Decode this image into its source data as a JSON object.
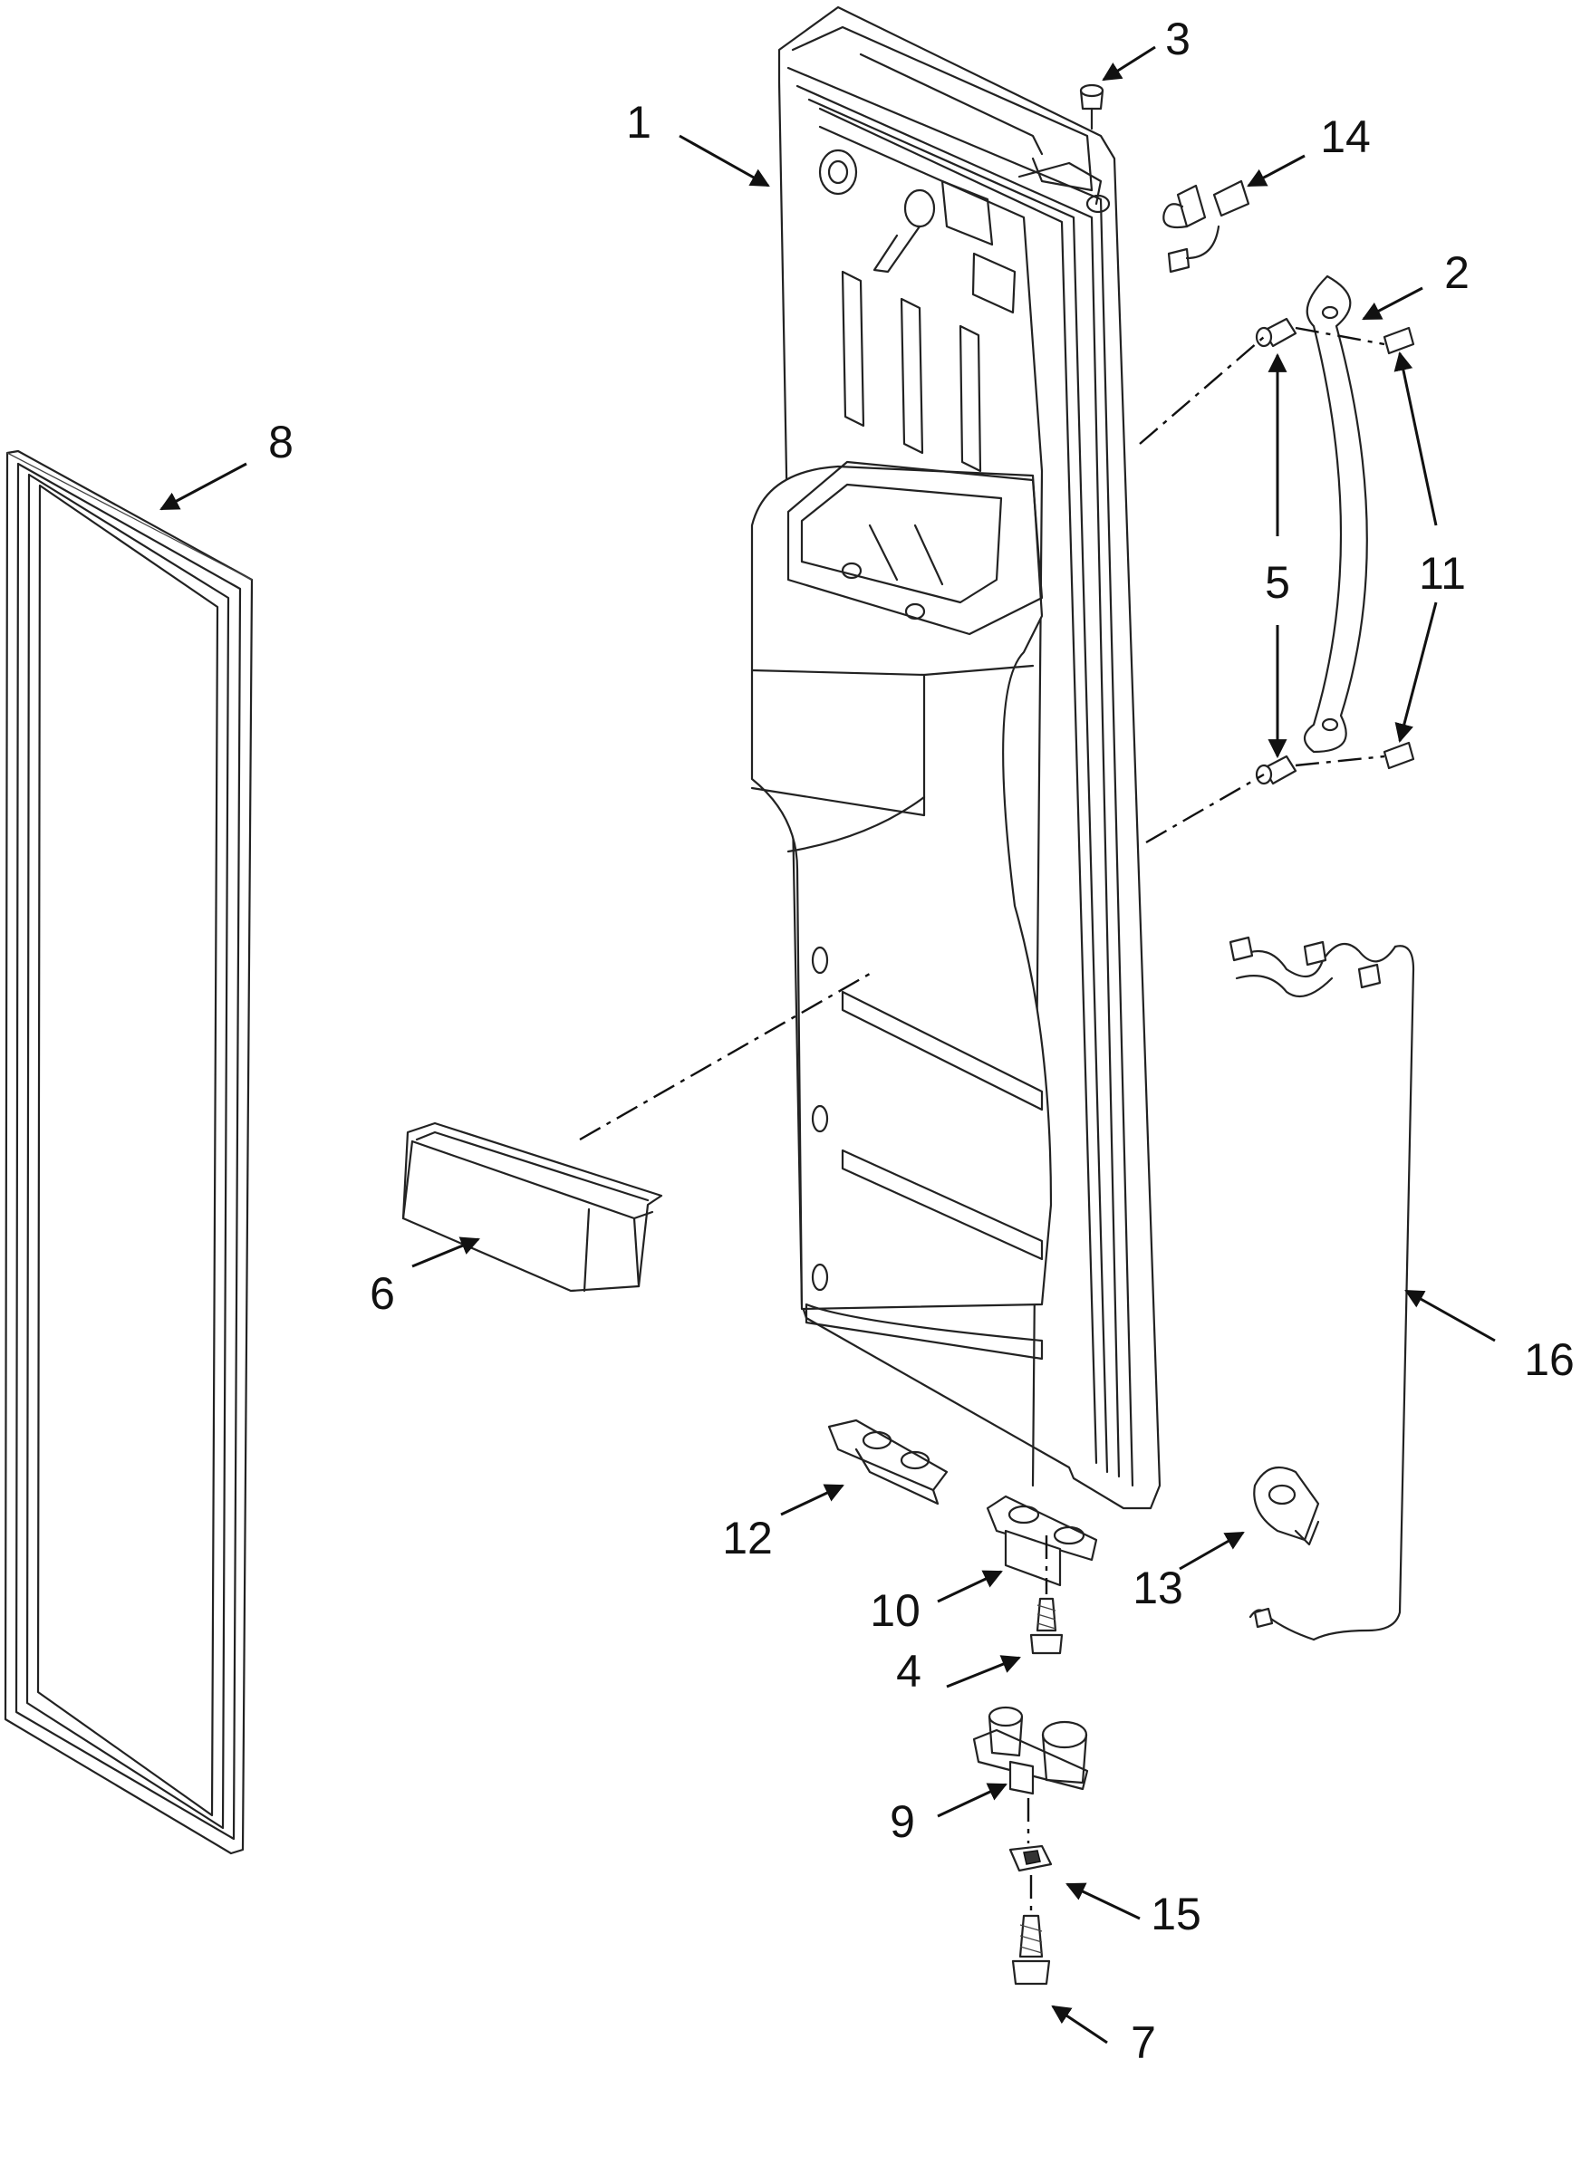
{
  "diagram": {
    "callouts": [
      {
        "id": "callout-1",
        "label": "1"
      },
      {
        "id": "callout-2",
        "label": "2"
      },
      {
        "id": "callout-3",
        "label": "3"
      },
      {
        "id": "callout-4",
        "label": "4"
      },
      {
        "id": "callout-5",
        "label": "5"
      },
      {
        "id": "callout-6",
        "label": "6"
      },
      {
        "id": "callout-7",
        "label": "7"
      },
      {
        "id": "callout-8",
        "label": "8"
      },
      {
        "id": "callout-9",
        "label": "9"
      },
      {
        "id": "callout-10",
        "label": "10"
      },
      {
        "id": "callout-11",
        "label": "11"
      },
      {
        "id": "callout-12",
        "label": "12"
      },
      {
        "id": "callout-13",
        "label": "13"
      },
      {
        "id": "callout-14",
        "label": "14"
      },
      {
        "id": "callout-15",
        "label": "15"
      },
      {
        "id": "callout-16",
        "label": "16"
      }
    ]
  }
}
